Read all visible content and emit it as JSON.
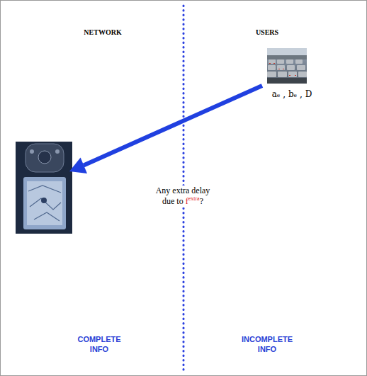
{
  "diagram": {
    "labels": [
      "NETWORK",
      "USERS",
      "aₑ , bₑ , D",
      "Any extra delay due to",
      "f",
      "extra",
      "?",
      "COMPLETE INFO",
      "INCOMPLETE INFO"
    ]
  }
}
